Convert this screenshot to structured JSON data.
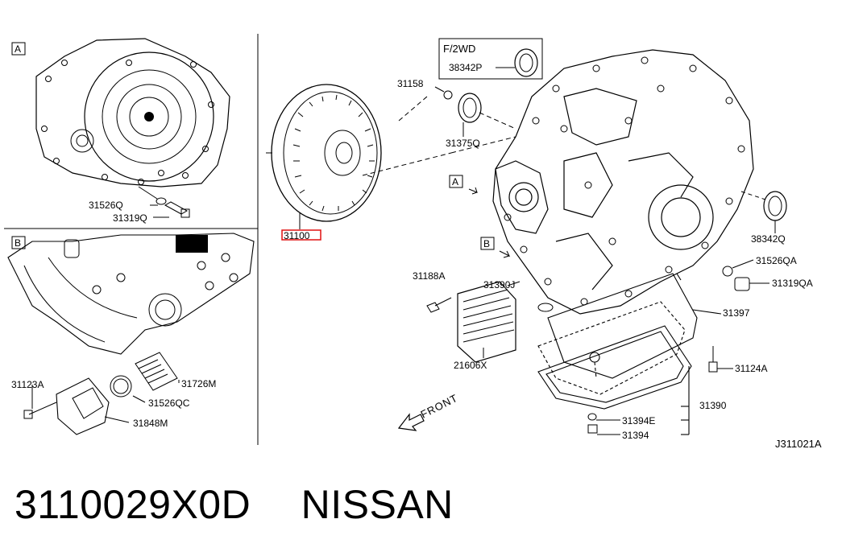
{
  "diagram": {
    "inset_a": {
      "marker": "A",
      "labels": [
        "31526Q",
        "31319Q"
      ]
    },
    "inset_b": {
      "marker": "B",
      "labels": [
        "31123A",
        "31726M",
        "31526QC",
        "31848M"
      ]
    },
    "main": {
      "variant_box": {
        "title": "F/2WD",
        "part": "38342P"
      },
      "parts": {
        "p31158": "31158",
        "p31375q": "31375Q",
        "p31100": "31100",
        "p38342q": "38342Q",
        "p31526qa": "31526QA",
        "p31319qa": "31319QA",
        "p31188a": "31188A",
        "p31390j": "31390J",
        "p31397": "31397",
        "p21606x": "21606X",
        "p31124a": "31124A",
        "p31390": "31390",
        "p31394e": "31394E",
        "p31394": "31394"
      },
      "marker_a": "A",
      "marker_b": "B",
      "front_label": "FRONT",
      "highlighted_part": "31100",
      "highlight_color": "#e01010"
    },
    "code": "J311021A"
  },
  "footer": {
    "part_number": "3110029X0D",
    "brand": "NISSAN"
  }
}
